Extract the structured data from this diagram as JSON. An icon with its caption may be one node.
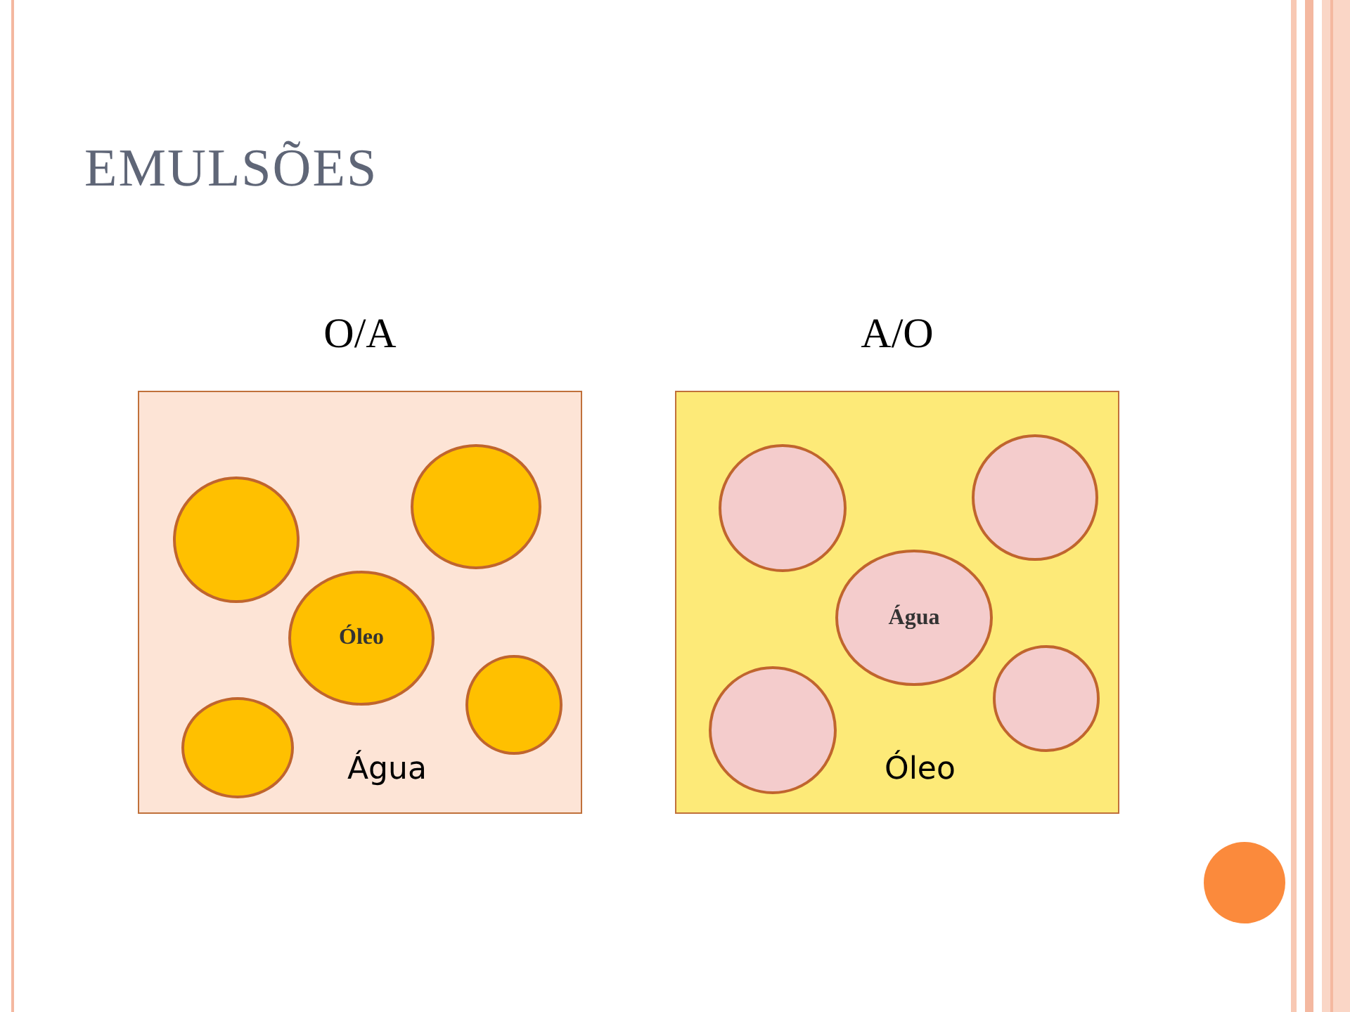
{
  "diagram": {
    "title": "EMULSÕES",
    "nodes": [
      {
        "text": [
          "O/A",
          "Água"
        ]
      },
      {
        "text": [],
        "shape": "circle",
        "in": 0
      },
      {
        "text": [],
        "shape": "circle",
        "in": 0
      },
      {
        "text": [
          "Óleo"
        ],
        "in": 0
      },
      {
        "text": [],
        "shape": "circle",
        "in": 0
      },
      {
        "text": [],
        "shape": "circle",
        "in": 0
      },
      {
        "text": [
          "A/O",
          "Óleo"
        ]
      },
      {
        "text": [],
        "shape": "circle",
        "in": 6
      },
      {
        "text": [],
        "shape": "circle",
        "in": 6
      },
      {
        "text": [
          "Água"
        ],
        "in": 6
      },
      {
        "text": [],
        "shape": "circle",
        "in": 6
      },
      {
        "text": [],
        "shape": "circle",
        "in": 6
      }
    ]
  }
}
